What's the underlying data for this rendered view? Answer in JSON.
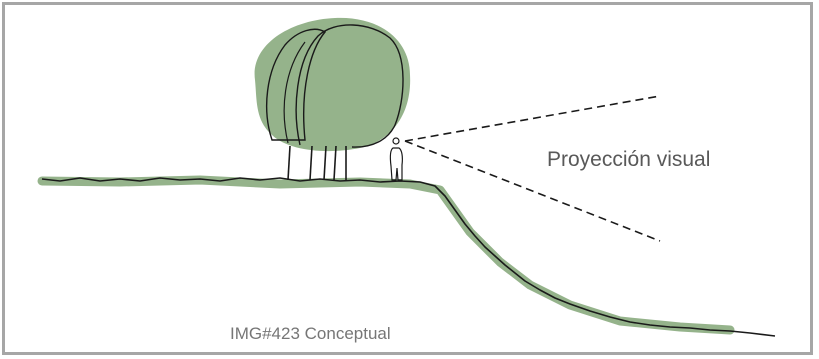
{
  "diagram": {
    "annotation_label": "Proyección visual",
    "caption": "IMG#423 Conceptual",
    "colors": {
      "foliage": "#8aab7e",
      "ground_wash": "#8aab7e",
      "ink": "#1a1a1a",
      "frame_border": "#a6a6a6",
      "label_text": "#595959",
      "caption_text": "#767676"
    },
    "icons": {
      "tree": "tree-icon",
      "observer": "person-icon",
      "sight_lines": "dashed-sight-lines"
    }
  }
}
